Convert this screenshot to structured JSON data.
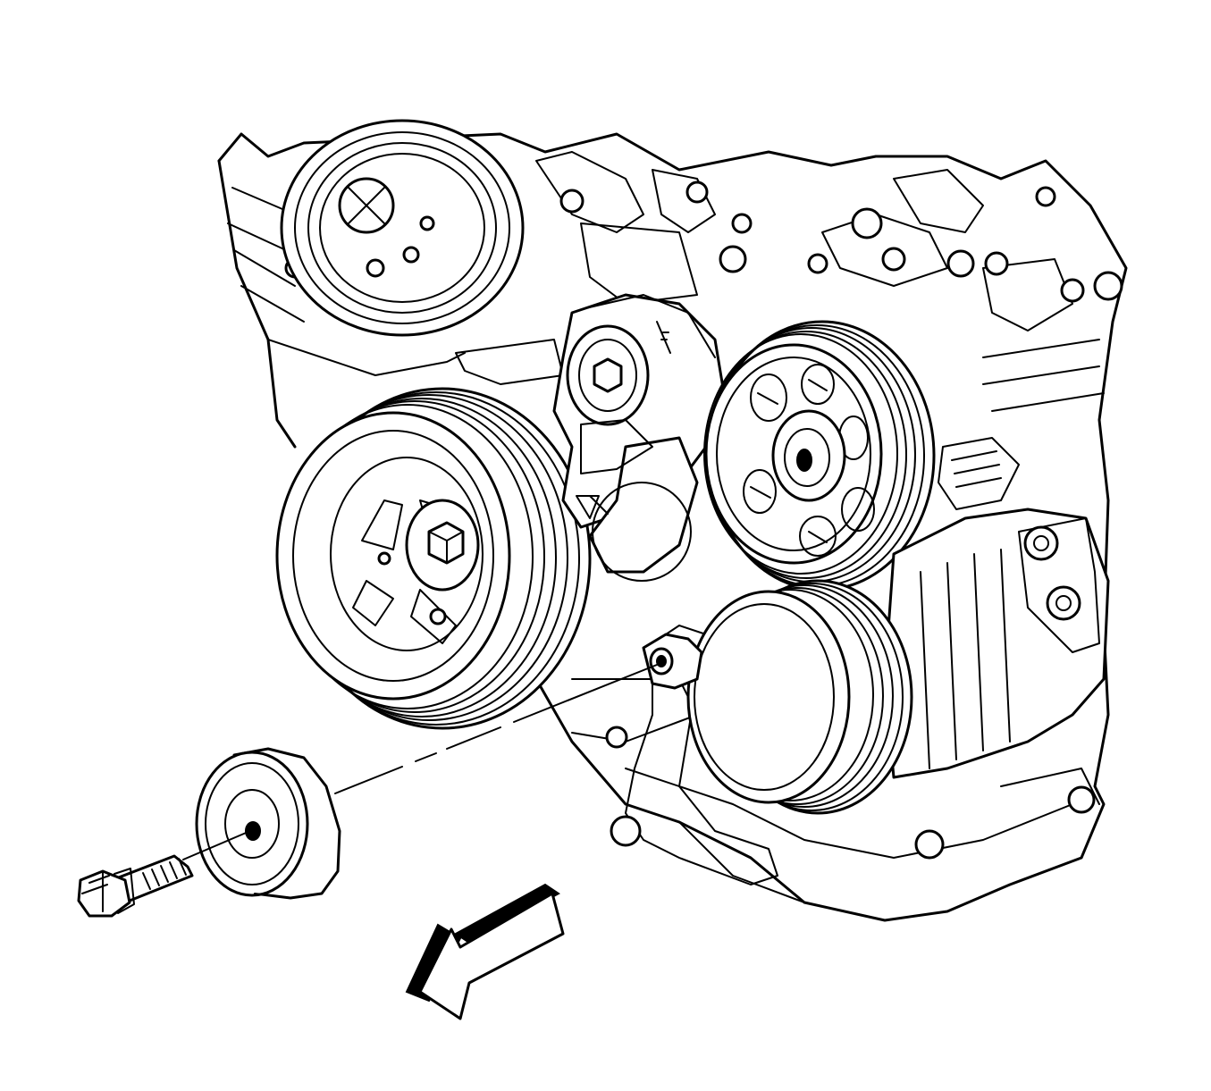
{
  "diagram": {
    "kind": "exploded-view line illustration",
    "colors": {
      "line": "#000000",
      "background": "#ffffff"
    },
    "parts": [
      {
        "id": "crankshaft-balancer-pulley",
        "icon": "multi-groove-pulley"
      },
      {
        "id": "belt-tensioner",
        "icon": "tensioner-arm"
      },
      {
        "id": "power-steering-pump-pulley",
        "icon": "spoked-pulley"
      },
      {
        "id": "generator",
        "icon": "alternator"
      },
      {
        "id": "generator-pulley",
        "icon": "multi-groove-pulley"
      },
      {
        "id": "idler-pulley",
        "icon": "flat-idler-pulley"
      },
      {
        "id": "idler-pulley-bolt",
        "icon": "flange-bolt"
      },
      {
        "id": "engine-front-cover",
        "icon": "engine-block"
      }
    ],
    "direction_arrow": {
      "icon": "3d-arrow",
      "meaning": "front-of-vehicle"
    }
  }
}
